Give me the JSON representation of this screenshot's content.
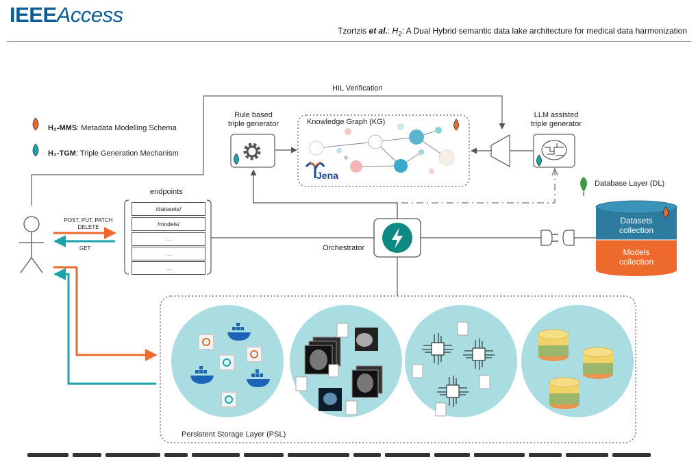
{
  "header": {
    "logo_strong": "IEEE",
    "logo_thin": "Access",
    "authors": "Tzortzis",
    "etal": "et al.",
    "title_symbol": "H",
    "title_sub": "2",
    "title_rest": ": A Dual Hybrid semantic data lake architecture for medical data harmonization"
  },
  "legend": {
    "mms_name": "H₂-MMS",
    "mms_desc": ": Metadata Modelling Schema",
    "tgm_name": "H₂-TGM",
    "tgm_desc": ": Triple Generation Mechanism"
  },
  "diagram": {
    "hil": "HIL Verification",
    "rule_based": [
      "Rule based",
      "triple generator"
    ],
    "kg": "Knowledge Graph (KG)",
    "jena": "Jena",
    "llm": [
      "LLM assisted",
      "triple generator"
    ],
    "endpoints_title": "endpoints",
    "endpoints": [
      "/datasets/",
      "/models/",
      "...",
      "...",
      "..."
    ],
    "post": [
      "POST, PUT, PATCH",
      "DELETE"
    ],
    "get": "GET",
    "orchestrator": "Orchestrator",
    "db_layer": "Database Layer (DL)",
    "datasets": [
      "Datasets",
      "collection"
    ],
    "models": [
      "Models",
      "collection"
    ],
    "psl": "Persistent Storage Layer (PSL)"
  },
  "colors": {
    "orange": "#ee6a2c",
    "teal": "#1aa3a8",
    "db_blue": "#2d7c9f",
    "psl_circle": "#a9dde2",
    "orchestrator": "#0e8a82"
  },
  "icons": [
    "flame-icon",
    "drop-icon",
    "gear-icon",
    "jena-logo",
    "brain-chip-icon",
    "bolt-icon",
    "leaf-icon",
    "plug-icon",
    "actor-icon",
    "docker-icon",
    "mri-scan-icon",
    "document-icon",
    "chip-icon",
    "database-stack-icon"
  ]
}
